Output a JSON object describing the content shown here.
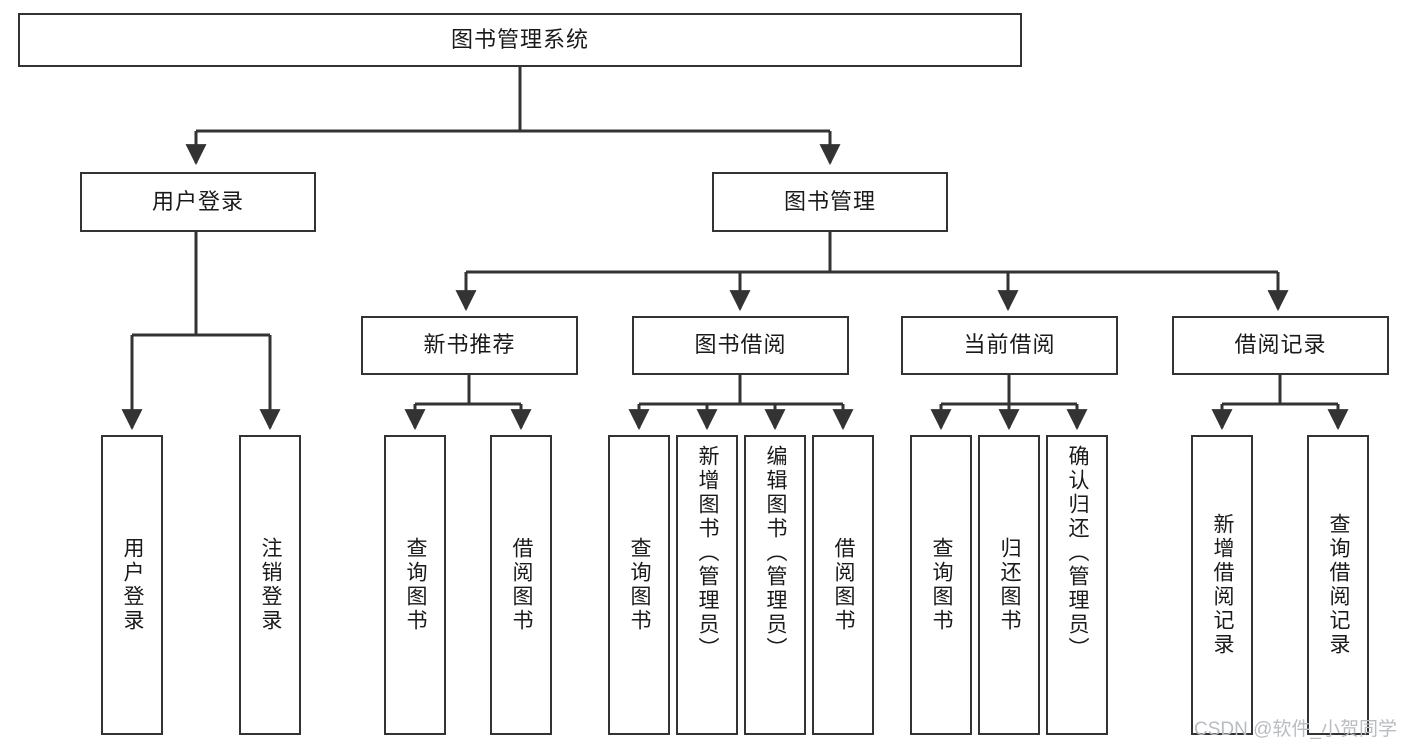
{
  "diagram": {
    "type": "hierarchy-tree",
    "title": "图书管理系统",
    "watermark": "CSDN @软件_小贺同学",
    "colors": {
      "box_border": "#333333",
      "box_fill": "#ffffff",
      "connector": "#333333",
      "text": "#1a1a1a",
      "watermark": "#b9bcc1",
      "background": "#ffffff"
    },
    "root": {
      "label": "图书管理系统"
    },
    "level2": [
      {
        "label": "用户登录"
      },
      {
        "label": "图书管理"
      }
    ],
    "level3": [
      {
        "label": "新书推荐"
      },
      {
        "label": "图书借阅"
      },
      {
        "label": "当前借阅"
      },
      {
        "label": "借阅记录"
      }
    ],
    "leaves": {
      "user_login": [
        {
          "label": "用户登录"
        },
        {
          "label": "注销登录"
        }
      ],
      "new_book_recommend": [
        {
          "label": "查询图书"
        },
        {
          "label": "借阅图书"
        }
      ],
      "book_borrow": [
        {
          "label": "查询图书"
        },
        {
          "label": "新增图书（管理员）"
        },
        {
          "label": "编辑图书（管理员）"
        },
        {
          "label": "借阅图书"
        }
      ],
      "current_borrow": [
        {
          "label": "查询图书"
        },
        {
          "label": "归还图书"
        },
        {
          "label": "确认归还（管理员）"
        }
      ],
      "borrow_record": [
        {
          "label": "新增借阅记录"
        },
        {
          "label": "查询借阅记录"
        }
      ]
    }
  }
}
